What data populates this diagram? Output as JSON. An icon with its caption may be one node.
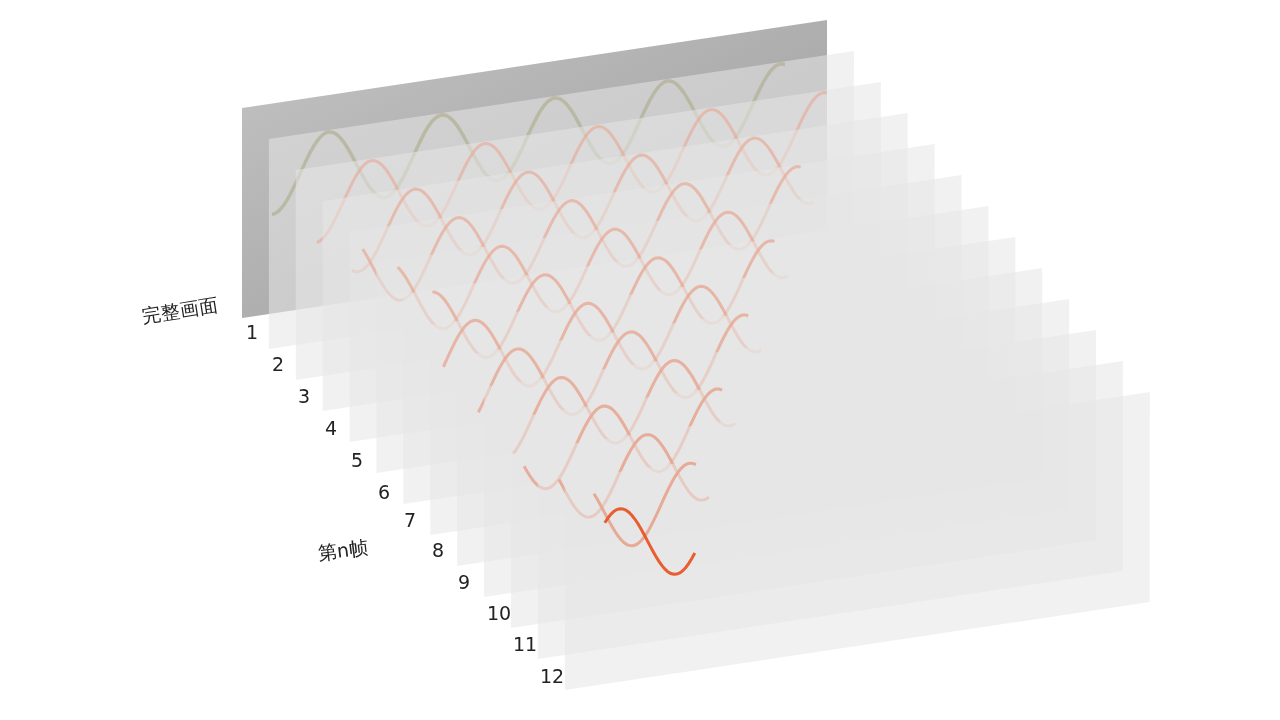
{
  "diagram": {
    "labels": [
      "完整画面",
      "1",
      "2",
      "3",
      "4",
      "5",
      "6",
      "7",
      "第n帧",
      "8",
      "9",
      "10",
      "11",
      "12"
    ]
  }
}
